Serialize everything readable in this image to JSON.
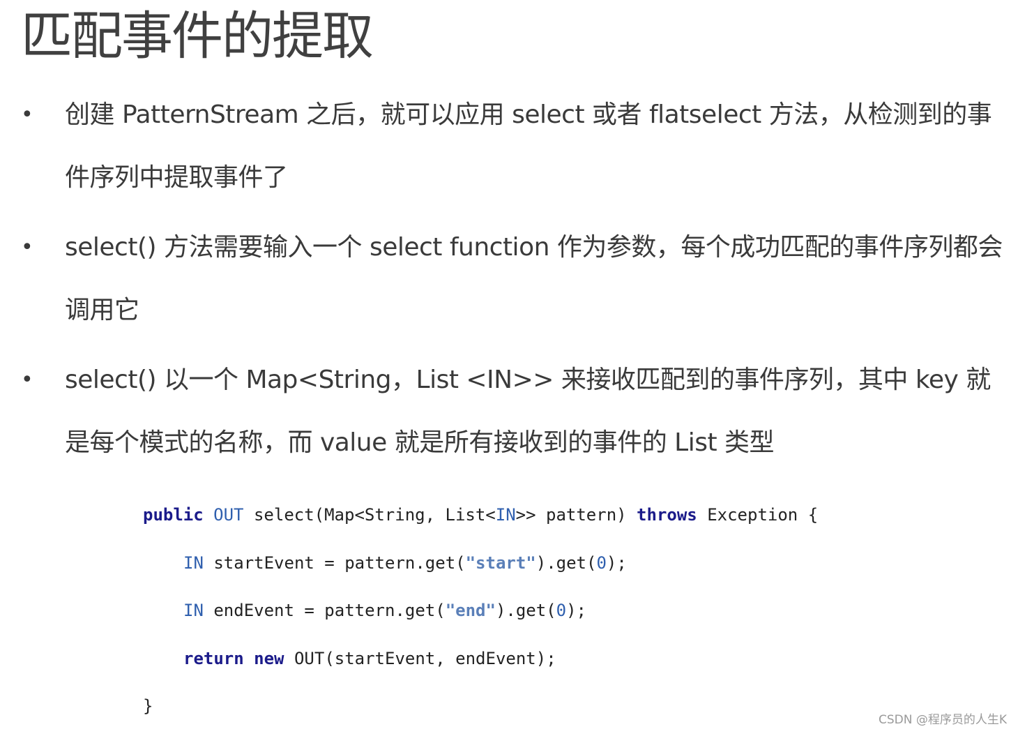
{
  "title": "匹配事件的提取",
  "bullets": [
    "创建 PatternStream 之后，就可以应用 select 或者 flatselect 方法，从检测到的事件序列中提取事件了",
    "select() 方法需要输入一个 select function 作为参数，每个成功匹配的事件序列都会调用它",
    "select() 以一个 Map<String，List <IN>> 来接收匹配到的事件序列，其中 key 就是每个模式的名称，而 value 就是所有接收到的事件的 List 类型"
  ],
  "code": [
    {
      "indent": false,
      "tokens": [
        [
          "kw",
          "public"
        ],
        [
          "pl",
          " "
        ],
        [
          "ty",
          "OUT"
        ],
        [
          "pl",
          " select(Map<String, List<"
        ],
        [
          "ty",
          "IN"
        ],
        [
          "pl",
          ">> pattern) "
        ],
        [
          "kw",
          "throws"
        ],
        [
          "pl",
          " Exception {"
        ]
      ]
    },
    {
      "indent": true,
      "tokens": [
        [
          "ty",
          "IN"
        ],
        [
          "pl",
          " startEvent = pattern.get("
        ],
        [
          "st",
          "\"start\""
        ],
        [
          "pl",
          ").get("
        ],
        [
          "nu",
          "0"
        ],
        [
          "pl",
          ");"
        ]
      ]
    },
    {
      "indent": true,
      "tokens": [
        [
          "ty",
          "IN"
        ],
        [
          "pl",
          " endEvent = pattern.get("
        ],
        [
          "st",
          "\"end\""
        ],
        [
          "pl",
          ").get("
        ],
        [
          "nu",
          "0"
        ],
        [
          "pl",
          ");"
        ]
      ]
    },
    {
      "indent": true,
      "tokens": [
        [
          "kw",
          "return"
        ],
        [
          "pl",
          " "
        ],
        [
          "kw",
          "new"
        ],
        [
          "pl",
          " OUT(startEvent, endEvent);"
        ]
      ]
    },
    {
      "indent": false,
      "tokens": [
        [
          "pl",
          "}"
        ]
      ]
    }
  ],
  "watermark": "CSDN @程序员的人生K"
}
